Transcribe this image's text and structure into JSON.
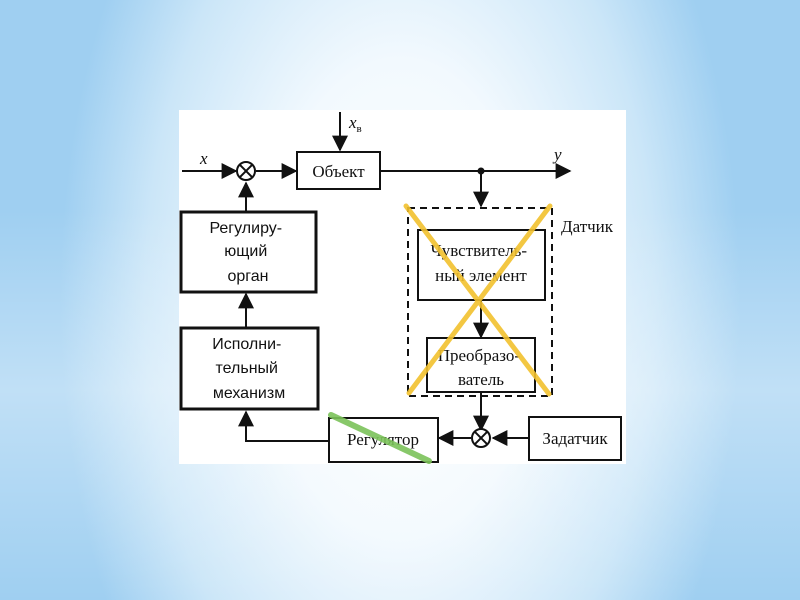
{
  "diagram": {
    "blocks": {
      "object": {
        "label": "Объект"
      },
      "regulating_organ": {
        "lines": [
          "Регулиру-",
          "ющий",
          "орган"
        ]
      },
      "actuator": {
        "lines": [
          "Исполни-",
          "тельный",
          "механизм"
        ]
      },
      "regulator": {
        "label": "Регулятор"
      },
      "setpoint": {
        "label": "Задатчик"
      },
      "sensing_element": {
        "lines": [
          "Чувствитель-",
          "ный элемент"
        ]
      },
      "converter": {
        "lines": [
          "Преобразо-",
          "ватель"
        ]
      }
    },
    "sensor_group_label": "Датчик",
    "signals": {
      "input_x": "x",
      "output_y": "y",
      "disturbance": "x",
      "disturbance_subscript": "в"
    },
    "annotations": {
      "cross_color": "#f2c12e",
      "strike_color": "#7cc35a"
    }
  }
}
